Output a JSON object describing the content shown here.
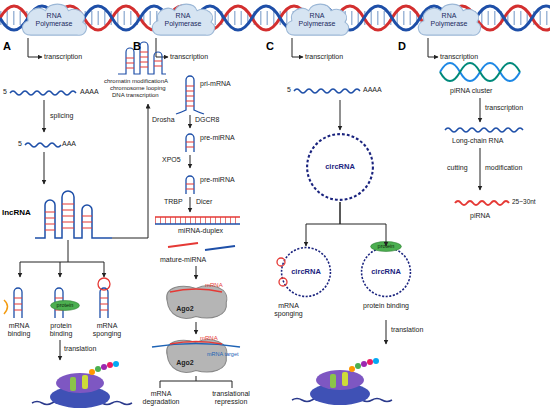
{
  "diagram": {
    "nodes": [
      {
        "text": [
          "RNA Polymerase"
        ]
      },
      {
        "text": [
          "RNA Polymerase"
        ]
      },
      {
        "text": [
          "RNA Polymerase"
        ]
      },
      {
        "text": [
          "RNA Polymerase"
        ]
      },
      {
        "text": [
          "protein"
        ]
      },
      {
        "text": [
          "Ago2"
        ]
      },
      {
        "text": [
          "Ago2"
        ]
      },
      {
        "text": [
          "circRNA"
        ]
      },
      {
        "text": [
          "circRNA"
        ]
      },
      {
        "text": [
          "circRNA"
        ]
      },
      {
        "text": [
          "protein"
        ],
        "in": 9
      }
    ],
    "edges": [
      {
        "from": 5,
        "to": 6,
        "arrow": "to"
      },
      {
        "from": 7,
        "to": 8,
        "arrow": "to"
      },
      {
        "from": 7,
        "to": 9,
        "arrow": "to"
      }
    ],
    "labels": [
      "A",
      "B",
      "C",
      "D",
      "transcription",
      "transcription",
      "transcription",
      "transcription",
      "5",
      "AAAA",
      "chromatin modificationA",
      "chromosome looping",
      "DNA transcription",
      "splicing",
      "5",
      "AAA",
      "lncRNA",
      "mRNA binding",
      "protein binding",
      "mRNA sponging",
      "translation",
      "pri-mRNA",
      "Drosha",
      "DGCR8",
      "pre-miRNA",
      "XPO5",
      "pre-miRNA",
      "TRBP",
      "Dicer",
      "miRNA-duplex",
      "mature-miRNA",
      "mRNA",
      "mRNA",
      "mRNA target",
      "mRNA degradation",
      "translational repression",
      "5",
      "AAAA",
      "mRNA sponging",
      "protein binding",
      "translation",
      "piRNA cluster",
      "transcription",
      "Long-chain RNA",
      "cutting",
      "modification",
      "piRNA",
      "25~30nt"
    ]
  }
}
